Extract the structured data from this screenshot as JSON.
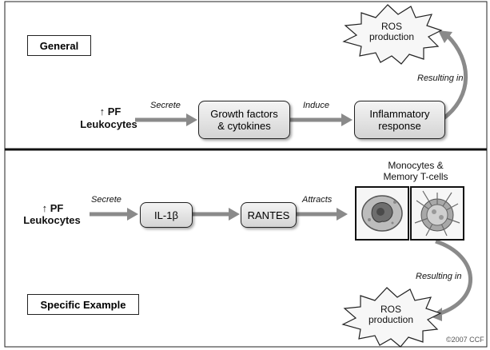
{
  "general": {
    "label": "General",
    "source_arrow": "↑",
    "source_pf": "PF",
    "source_leukocytes": "Leukocytes",
    "verb_secrete": "Secrete",
    "node_growth_line1": "Growth factors",
    "node_growth_line2": "& cytokines",
    "verb_induce": "Induce",
    "node_inflammatory_line1": "Inflammatory",
    "node_inflammatory_line2": "response",
    "verb_resulting_in": "Resulting in",
    "ros_line1": "ROS",
    "ros_line2": "production"
  },
  "specific": {
    "label": "Specific Example",
    "source_arrow": "↑",
    "source_pf": "PF",
    "source_leukocytes": "Leukocytes",
    "verb_secrete": "Secrete",
    "node_il1b": "IL-1β",
    "node_rantes": "RANTES",
    "verb_attracts": "Attracts",
    "cells_title_line1": "Monocytes &",
    "cells_title_line2": "Memory T-cells",
    "verb_resulting_in": "Resulting in",
    "ros_line1": "ROS",
    "ros_line2": "production"
  },
  "copyright": "©2007 CCF",
  "colors": {
    "arrow": "#8a8a8a",
    "border": "#222222",
    "node_fill_top": "#f4f4f4",
    "node_fill_bottom": "#d4d4d4"
  },
  "icons": {
    "monocyte": "monocyte-cell-image",
    "tcell": "memory-t-cell-image",
    "ros": "starburst-shape"
  }
}
